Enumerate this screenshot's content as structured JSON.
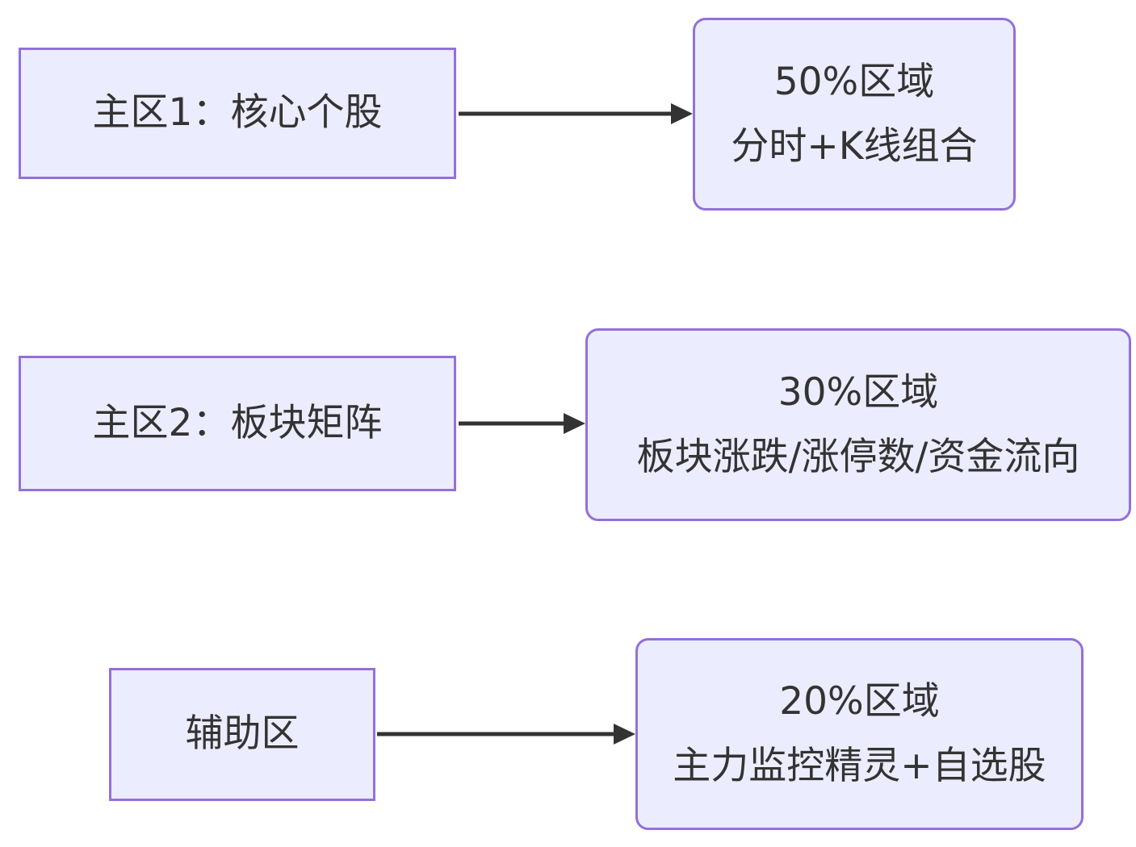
{
  "diagram": {
    "type": "flowchart-left-to-right",
    "colors": {
      "background": "#ffffff",
      "node_fill": "#ECECFF",
      "node_border": "#9370DB",
      "text": "#333333",
      "arrow": "#333333"
    },
    "rows": [
      {
        "source": {
          "label": "主区1：核心个股"
        },
        "target": {
          "lines": [
            "50%区域",
            "分时+K线组合"
          ]
        }
      },
      {
        "source": {
          "label": "主区2：板块矩阵"
        },
        "target": {
          "lines": [
            "30%区域",
            "板块涨跌/涨停数/资金流向"
          ]
        }
      },
      {
        "source": {
          "label": "辅助区"
        },
        "target": {
          "lines": [
            "20%区域",
            "主力监控精灵+自选股"
          ]
        }
      }
    ]
  }
}
